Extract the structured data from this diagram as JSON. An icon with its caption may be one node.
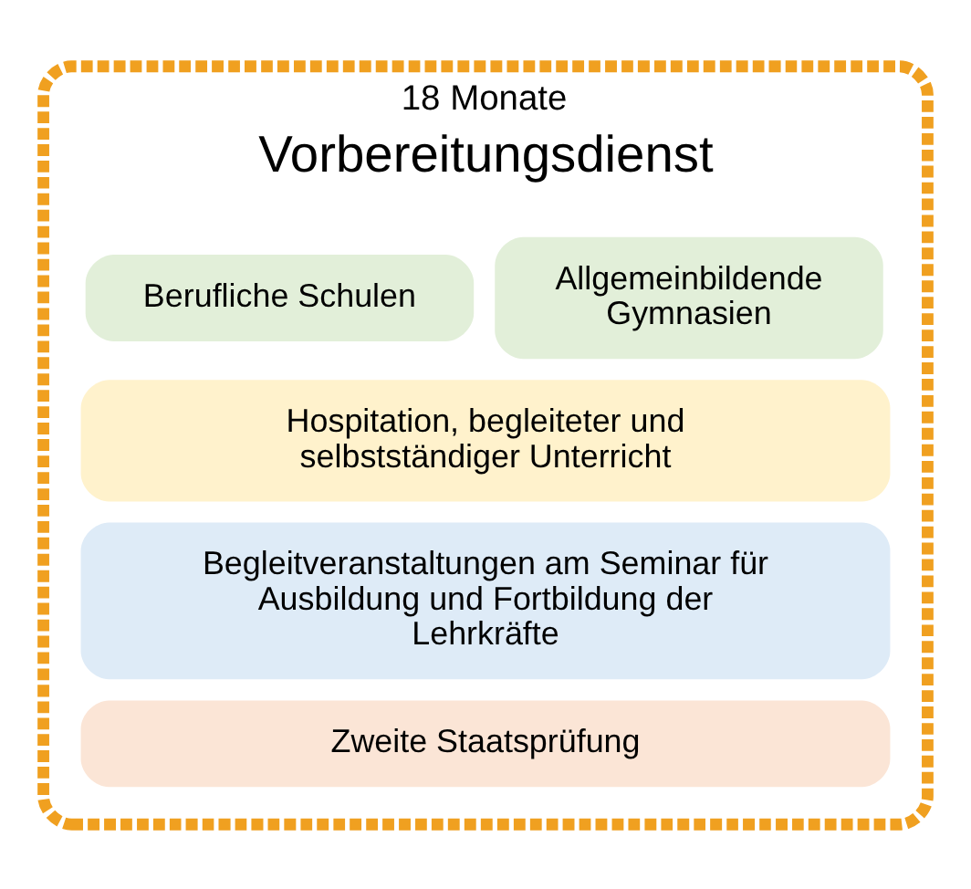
{
  "diagram": {
    "nodes": [
      {
        "text": [
          "18 Monate",
          "Vorbereitungsdienst"
        ]
      },
      {
        "text": [
          "Allgemeinbildende Gymnasien"
        ],
        "in": 0
      },
      {
        "text": [
          "Berufliche Schulen"
        ],
        "in": 0
      },
      {
        "text": [
          "Hospitation, begleiteter und selbstständiger Unterricht"
        ],
        "in": 0
      },
      {
        "text": [
          "Begleitveranstaltungen am Seminar für Ausbildung und Fortbildung der Lehrkräfte"
        ],
        "in": 0
      },
      {
        "text": [
          "Zweite Staatsprüfung"
        ],
        "in": 0
      }
    ],
    "edges": []
  }
}
